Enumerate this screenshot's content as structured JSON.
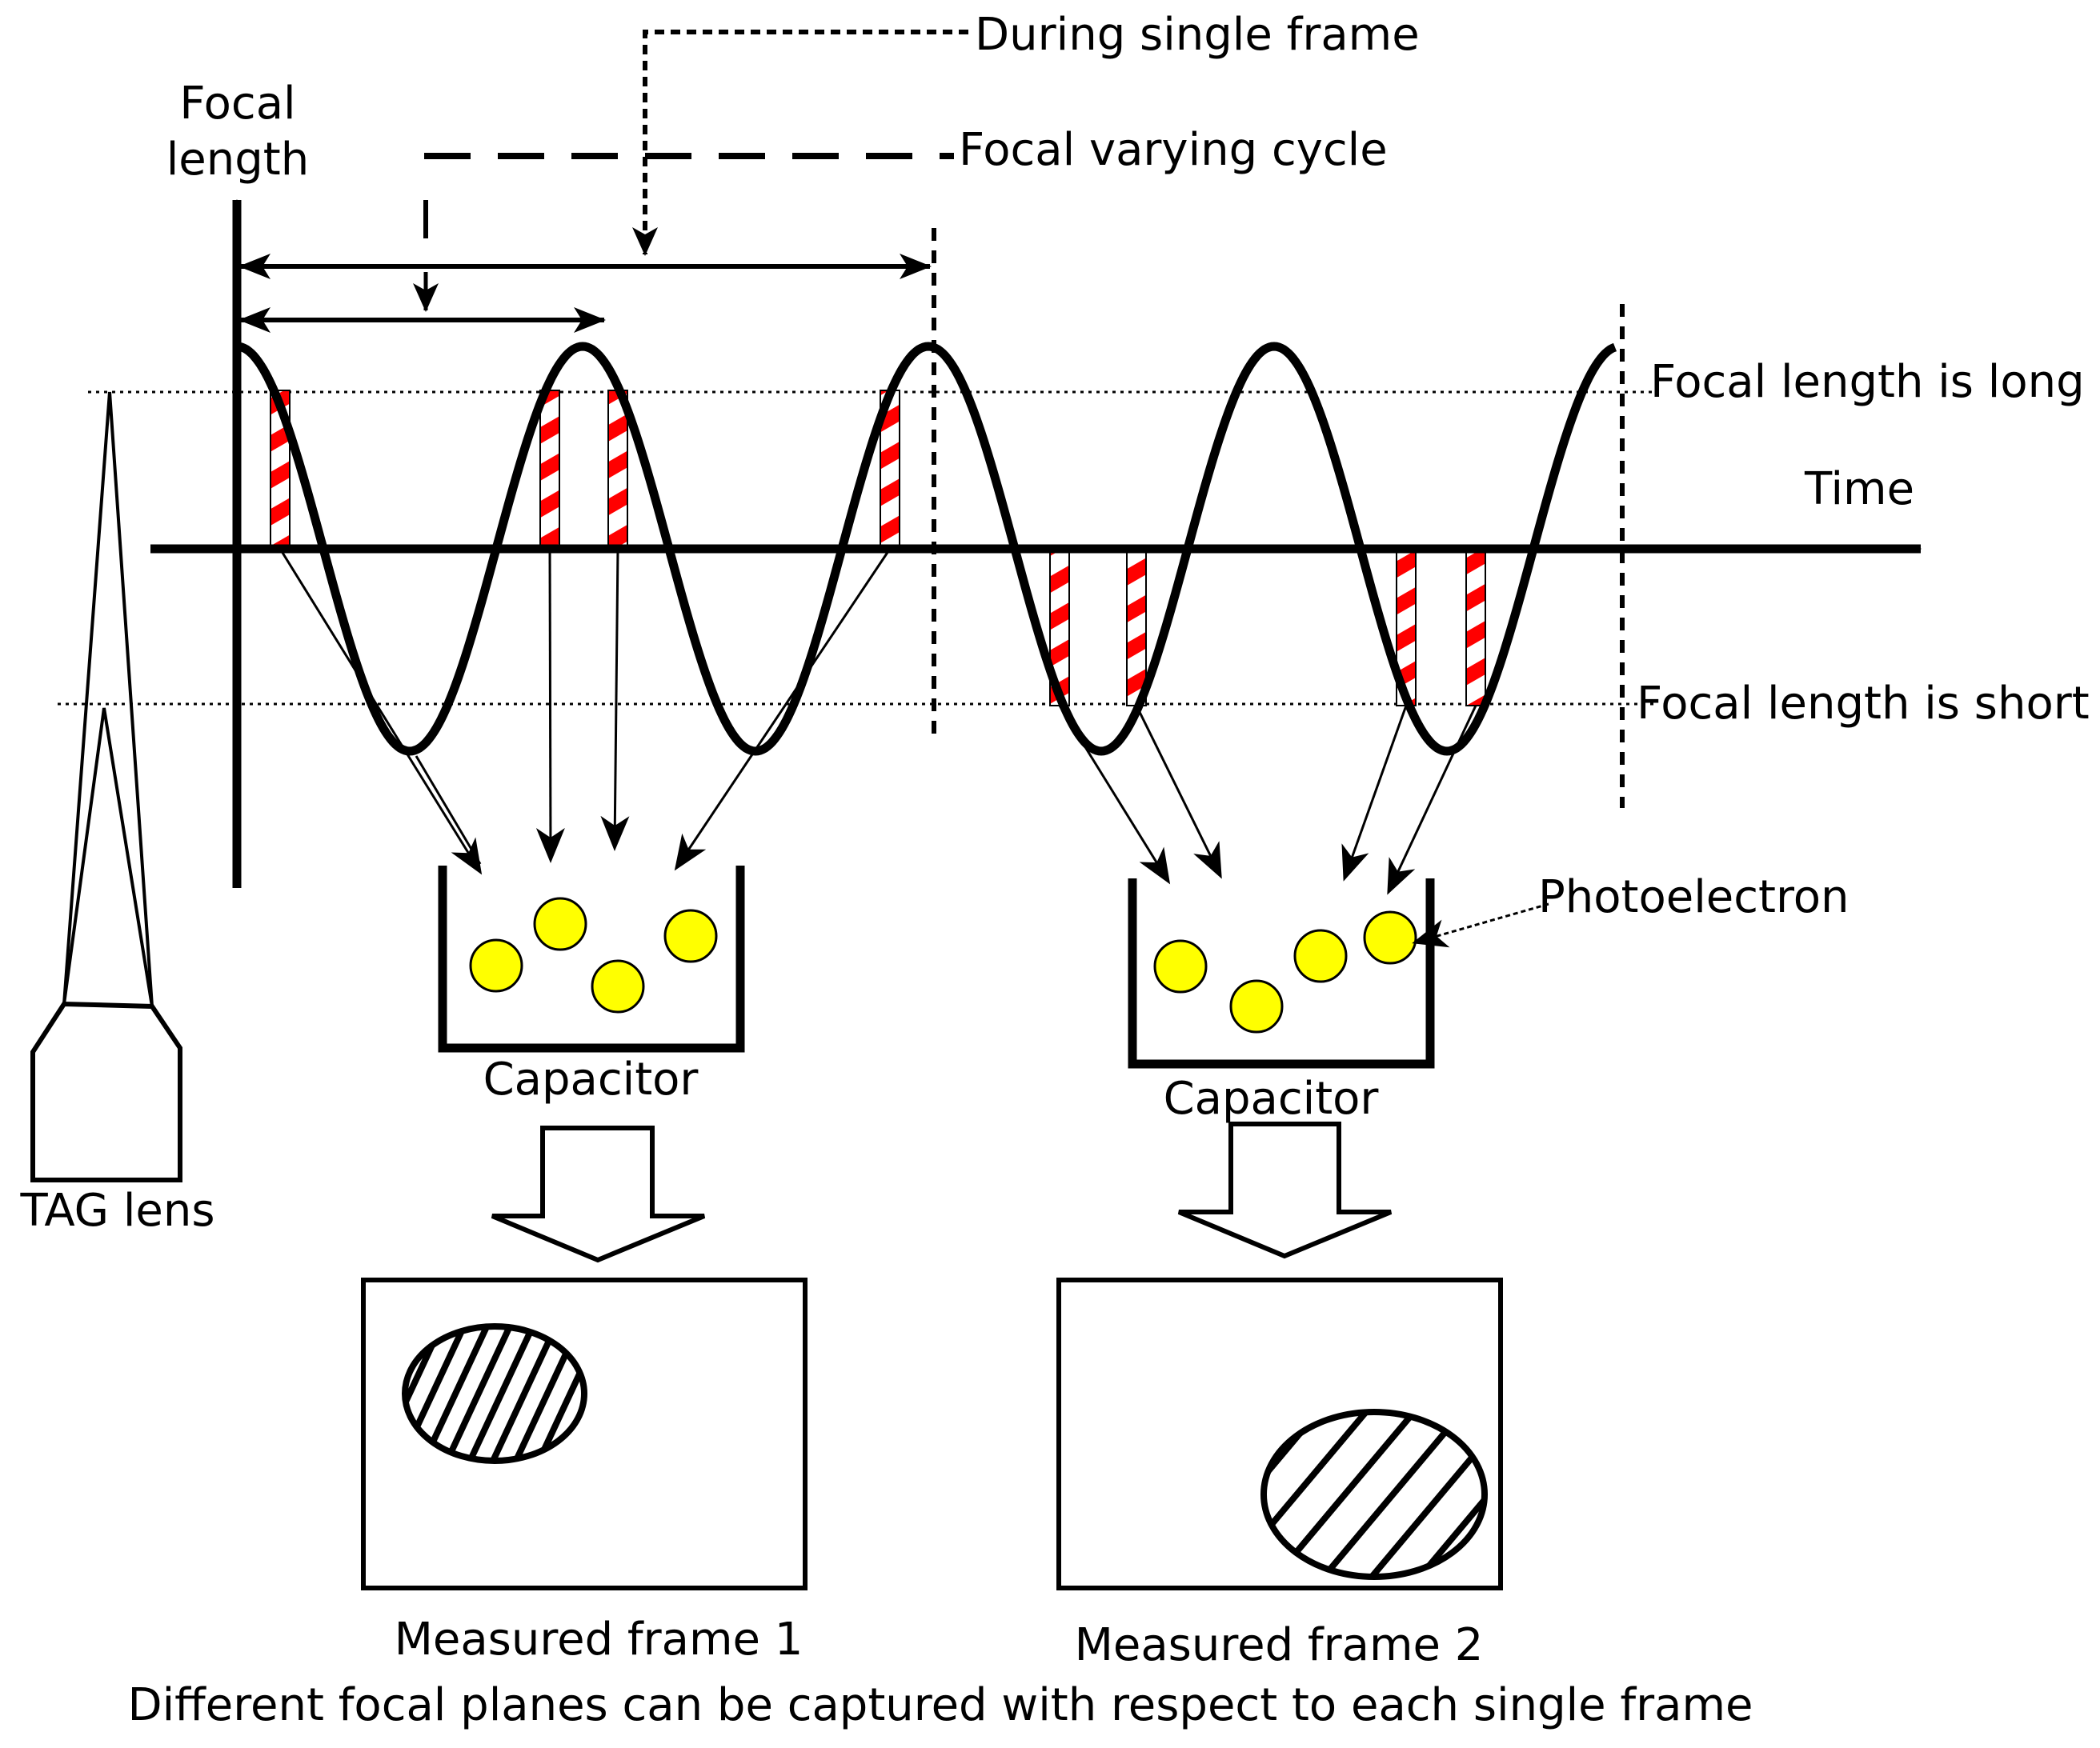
{
  "labels": {
    "focal_length_line1": "Focal",
    "focal_length_line2": "length",
    "time": "Time",
    "during_single_frame": "During single frame",
    "focal_varying_cycle": "Focal varying cycle",
    "focal_length_long": "Focal length is long",
    "focal_length_short": "Focal length is short",
    "photoelectron": "Photoelectron",
    "capacitor_1": "Capacitor",
    "capacitor_2": "Capacitor",
    "tag_lens": "TAG lens",
    "measured_frame_1": "Measured frame 1",
    "measured_frame_2": "Measured frame 2",
    "caption": "Different focal planes can be captured with respect to each single frame"
  },
  "colors": {
    "stroke": "#000000",
    "sampling_stripe_red": "#ff0000",
    "photoelectron_fill": "#ffff00",
    "background": "#ffffff"
  },
  "focal_wave": {
    "cycles_shown": 4,
    "frames_shown": 2,
    "samples_per_frame": 4
  }
}
